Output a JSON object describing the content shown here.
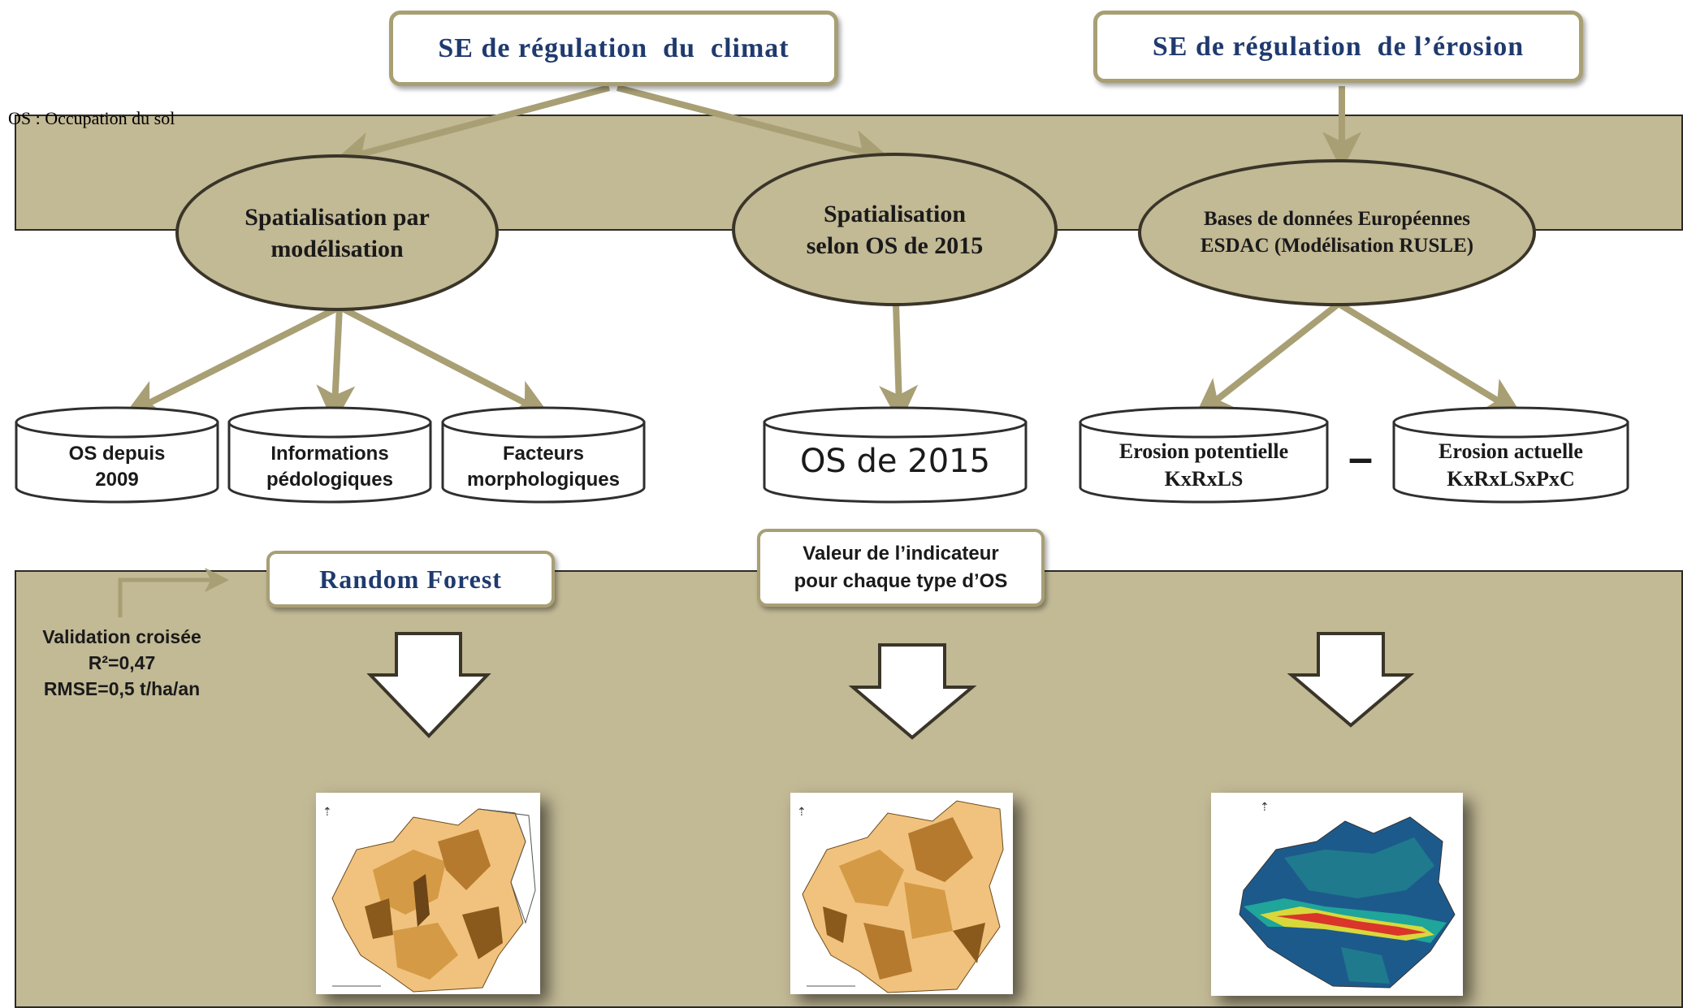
{
  "legend_note": "OS : Occupation du sol",
  "top_boxes": {
    "climate": "SE de régulation  du  climat",
    "erosion": "SE de régulation  de l’érosion"
  },
  "methods": {
    "modelling": [
      "Spatialisation par",
      "modélisation"
    ],
    "land_use": [
      "Spatialisation",
      "selon OS de 2015"
    ],
    "european_db": [
      "Bases de données Européennes",
      "ESDAC (Modélisation RUSLE)"
    ]
  },
  "inputs": {
    "os_since": [
      "OS depuis",
      "2009"
    ],
    "pedologic": [
      "Informations",
      "pédologiques"
    ],
    "morphologic": [
      "Facteurs",
      "morphologiques"
    ],
    "os_2015": "OS de 2015",
    "erosion_potential": [
      "Erosion potentielle",
      "KxRxLS"
    ],
    "minus_sign": "–",
    "erosion_actual": [
      "Erosion actuelle",
      "KxRxLSxPxC"
    ]
  },
  "random_forest": "Random Forest",
  "validation": [
    "Validation croisée",
    "R²=0,47",
    "RMSE=0,5 t/ha/an"
  ],
  "indicator_value": [
    "Valeur de l’indicateur",
    "pour chaque type d’OS"
  ],
  "colors": {
    "band": "#c2b995",
    "box_border": "#a89f74",
    "arrow": "#a89f74",
    "title_text": "#1f3a6e",
    "map_light": "#f1c27d",
    "map_mid": "#d49a45",
    "map_dark": "#8a5a1c",
    "erosion_low": "#1d5a8c",
    "erosion_mid": "#1fa59a",
    "erosion_high": "#d9352b"
  },
  "icons": {
    "arrow_down": "hollow-down-arrow",
    "arrow_bent": "bent-arrow-right",
    "north": "north-arrow-icon"
  }
}
